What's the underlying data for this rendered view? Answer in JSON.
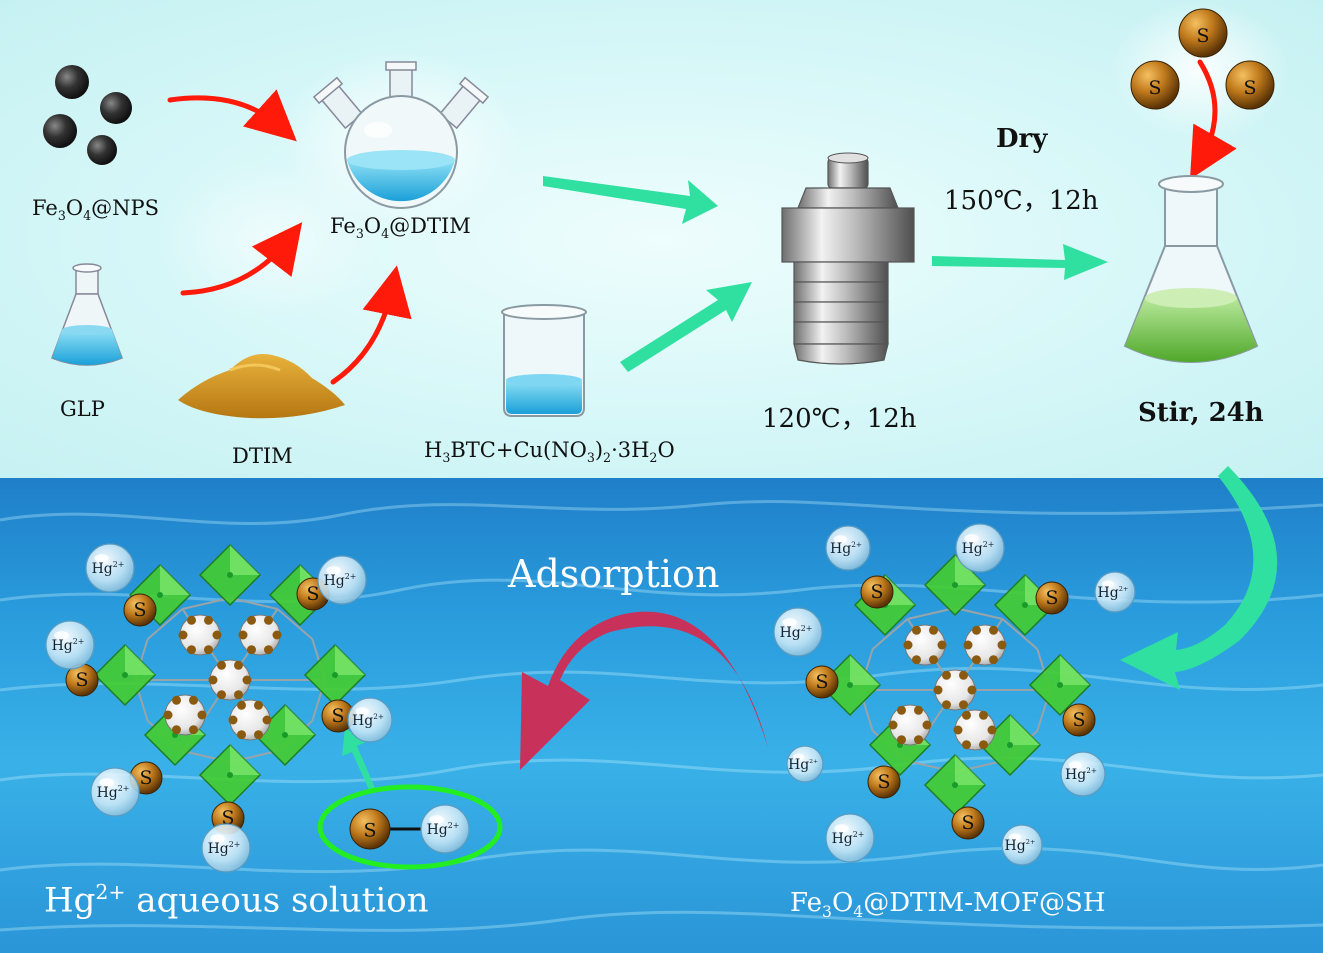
{
  "labels": {
    "fe3o4_nps": {
      "a": "Fe",
      "b": "3",
      "c": "O",
      "d": "4",
      "e": "@NPS"
    },
    "fe3o4_dtim": {
      "a": "Fe",
      "b": "3",
      "c": "O",
      "d": "4",
      "e": "@DTIM"
    },
    "glp": "GLP",
    "dtim": "DTIM",
    "reagents": {
      "a": "H",
      "b": "3",
      "c": "BTC+Cu(NO",
      "d": "3",
      "e": ")",
      "f": "2",
      "g": "·3H",
      "h": "2",
      "i": "O"
    },
    "cond1": "120℃，12h",
    "dry": "Dry",
    "cond2": "150℃，12h",
    "stir": "Stir, 24h",
    "adsorption": "Adsorption",
    "hg_solution": {
      "a": "Hg",
      "b": "2+",
      "c": " aqueous solution"
    },
    "product": {
      "a": "Fe",
      "b": "3",
      "c": "O",
      "d": "4",
      "e": "@DTIM-MOF@SH"
    }
  },
  "species": {
    "sulfur": "S",
    "mercury": "Hg",
    "mercury_charge": "2+"
  },
  "colors": {
    "red_arrow": "#ff1a0a",
    "green_arrow": "#2fe0a0",
    "adsorption_arrow": "#c8325a",
    "selection_ring": "#22ee22",
    "sulfur_ball": "#c07a1c",
    "octahedra": "#44cc33"
  }
}
